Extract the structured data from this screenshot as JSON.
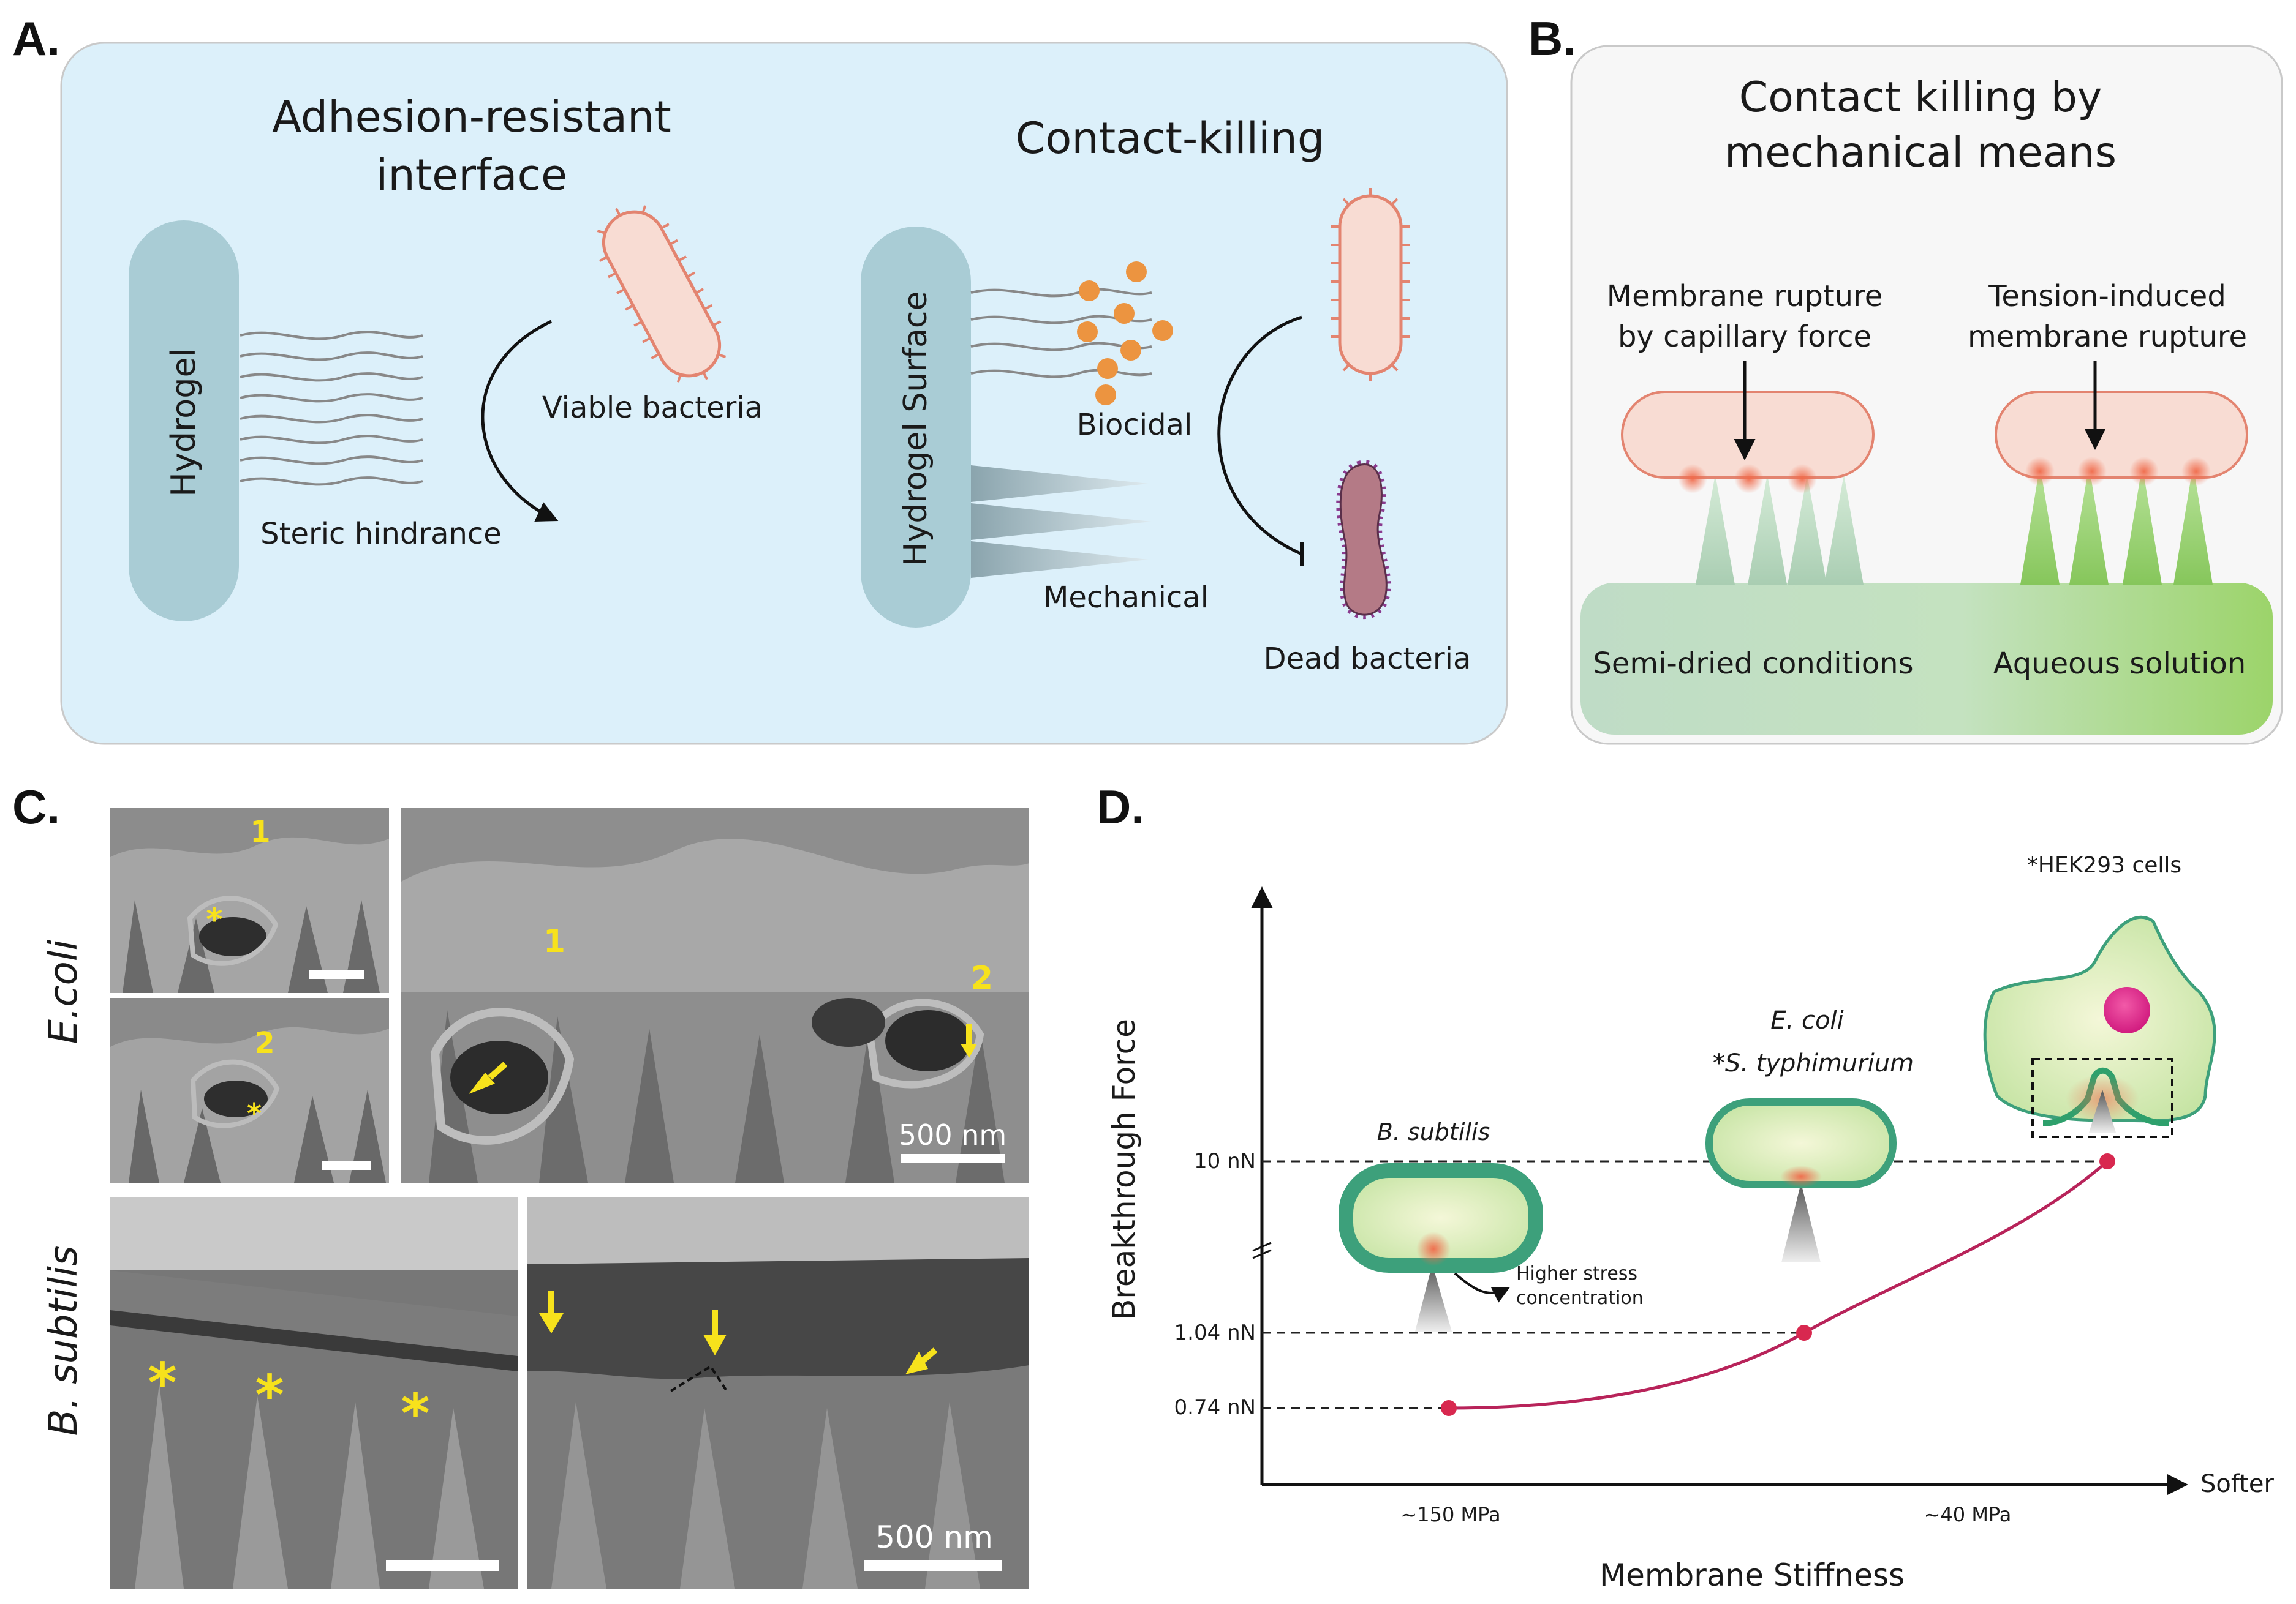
{
  "panels": {
    "a": {
      "letter": "A.",
      "left_title_1": "Adhesion-resistant",
      "left_title_2": "interface",
      "hydrogel_label": "Hydrogel",
      "viable_label": "Viable bacteria",
      "steric_label": "Steric hindrance",
      "right_title": "Contact-killing",
      "hydrogel_surface_label": "Hydrogel Surface",
      "biocidal_label": "Biocidal",
      "mechanical_label": "Mechanical",
      "dead_label": "Dead bacteria"
    },
    "b": {
      "letter": "B.",
      "title_1": "Contact killing by",
      "title_2": "mechanical means",
      "left_caption_1": "Membrane rupture",
      "left_caption_2": "by capillary force",
      "right_caption_1": "Tension-induced",
      "right_caption_2": "membrane rupture",
      "left_condition": "Semi-dried conditions",
      "right_condition": "Aqueous solution"
    },
    "c": {
      "letter": "C.",
      "row1_label": "E.coli",
      "row2_label": "B. subtilis",
      "label_1": "1",
      "label_2": "2",
      "asterisk": "*",
      "scale_label": "500 nm"
    },
    "d": {
      "letter": "D.",
      "hek_label": "*HEK293 cells",
      "ecoli_label": "E. coli",
      "styphi_label": "*S. typhimurium",
      "bsub_label": "B. subtilis",
      "stress_label_1": "Higher stress",
      "stress_label_2": "concentration",
      "softer_label": "Softer"
    }
  },
  "colors": {
    "panel_a_bg": "#dcf0fa",
    "panel_b_bg": "#f7f7f7",
    "hydrogel": "#a9ccd5",
    "bacteria_fill": "#f8dcd3",
    "bacteria_edge": "#e38470",
    "dead_fill": "#b47a86",
    "biocide": "#ec9440",
    "curve": "#b8235a",
    "yellow": "#f7e21c"
  },
  "chart_data": {
    "type": "line",
    "title": "",
    "xlabel": "Membrane Stiffness",
    "ylabel": "Breakthrough Force",
    "x_ticks": [
      "~150 MPa",
      "~40 MPa"
    ],
    "y_ticks": [
      "0.74 nN",
      "1.04 nN",
      "10 nN"
    ],
    "y_axis_break": true,
    "series": [
      {
        "points": [
          {
            "label": "B. subtilis",
            "stiffness": "~150 MPa",
            "force_nN": 0.74
          },
          {
            "label": "E. coli / *S. typhimurium",
            "stiffness": "~40 MPa",
            "force_nN": 1.04
          },
          {
            "label": "*HEK293 cells",
            "stiffness": "",
            "force_nN": 10
          }
        ]
      }
    ]
  }
}
